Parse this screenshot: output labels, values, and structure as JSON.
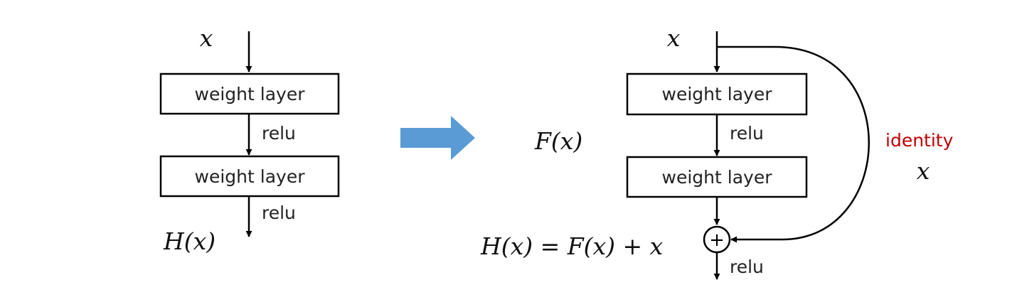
{
  "left_block": {
    "input_label": "x",
    "layer1_label": "weight layer",
    "relu1_label": "relu",
    "layer2_label": "weight layer",
    "relu2_label": "relu",
    "output_label": "H(x)"
  },
  "transition_arrow_color": "#5b9bd5",
  "right_block": {
    "input_label": "x",
    "residual_label": "F(x)",
    "layer1_label": "weight layer",
    "relu1_label": "relu",
    "layer2_label": "weight layer",
    "sum_symbol": "+",
    "equation": "H(x) = F(x) + x",
    "relu_out_label": "relu",
    "identity_label": "identity",
    "identity_var": "x",
    "identity_color": "#c00000"
  }
}
